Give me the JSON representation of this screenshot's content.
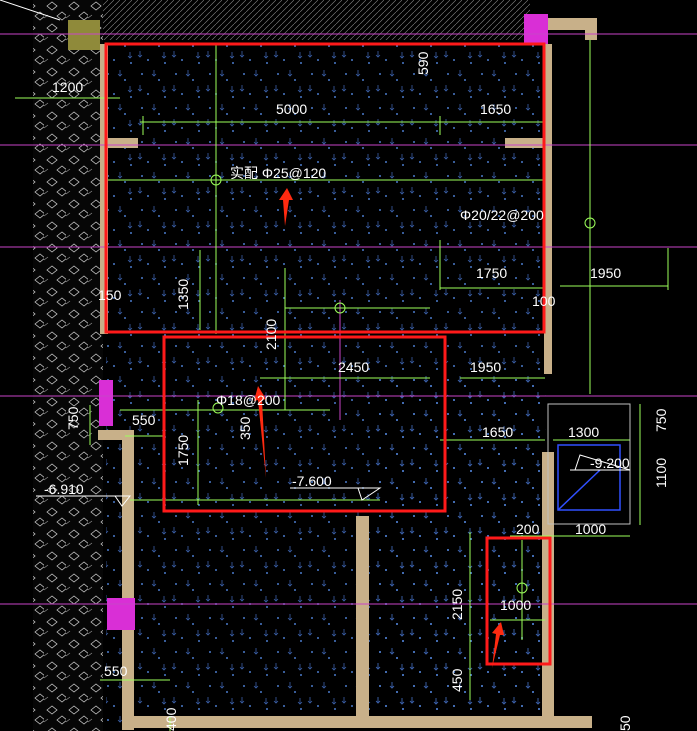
{
  "drawing": {
    "colors": {
      "background": "#000000",
      "slab_dots": "#4a7ac8",
      "wall_fill": "#c8b089",
      "column_fill": "#d92fd6",
      "dim_line": "#9cff5a",
      "axis_line": "#c845c8",
      "text": "#ffffff",
      "highlight": "#ff1a1a",
      "pit_outline": "#3050ff"
    },
    "dims": {
      "d1200": "1200",
      "d590": "590",
      "d5000": "5000",
      "d1650a": "1650",
      "d1750": "1750",
      "d1950a": "1950",
      "d100": "100",
      "d150": "150",
      "d1350": "1350",
      "d2100": "2100",
      "d2450": "2450",
      "d1950b": "1950",
      "d750a": "750",
      "d550a": "550",
      "d350": "350",
      "d1750v": "1750",
      "d1650b": "1650",
      "d1300": "1300",
      "d750b": "750",
      "d1100": "1100",
      "d200": "200",
      "d1000a": "1000",
      "d2150": "2150",
      "d1000b": "1000",
      "d450": "450",
      "d550b": "550",
      "d400": "400",
      "d50": "50"
    },
    "labels": {
      "rebar_top": "实配 Φ25@120",
      "rebar_side": "Φ20/22@200",
      "rebar_mid": "Φ18@200",
      "elev_main": "-7.600",
      "elev_left": "-6.910",
      "elev_pit": "-9.200"
    },
    "icons": [
      "down-arrow-icon",
      "elevation-marker-icon"
    ]
  }
}
